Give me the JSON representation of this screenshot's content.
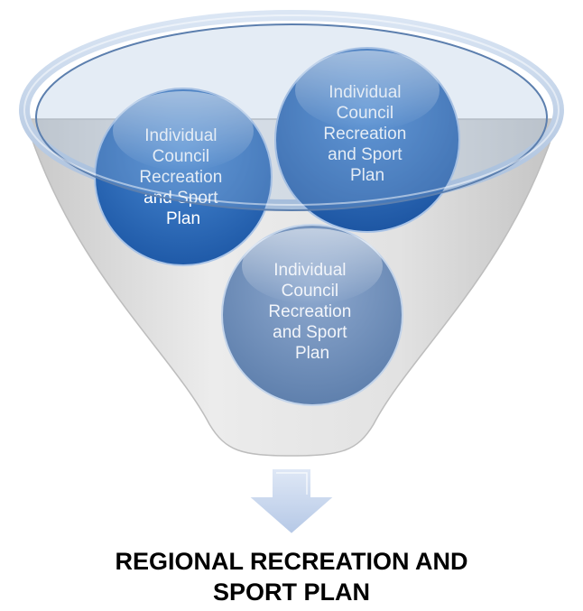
{
  "diagram": {
    "circles": [
      {
        "lines": [
          "Individual",
          "Council",
          "Recreation",
          "and Sport",
          "Plan"
        ],
        "color": "#2f6fbf"
      },
      {
        "lines": [
          "Individual",
          "Council",
          "Recreation",
          "and Sport",
          "Plan"
        ],
        "color": "#2e6cbb"
      },
      {
        "lines": [
          "Individual",
          "Council",
          "Recreation",
          "and Sport",
          "Plan"
        ],
        "color": "#7393bd"
      }
    ],
    "result": {
      "line1": "REGIONAL RECREATION AND",
      "line2": "SPORT PLAN"
    },
    "colors": {
      "funnel_fill": "#dcdcdc",
      "funnel_rim": "#b9c9de",
      "arrow_fill": "#c5d3ea"
    }
  }
}
